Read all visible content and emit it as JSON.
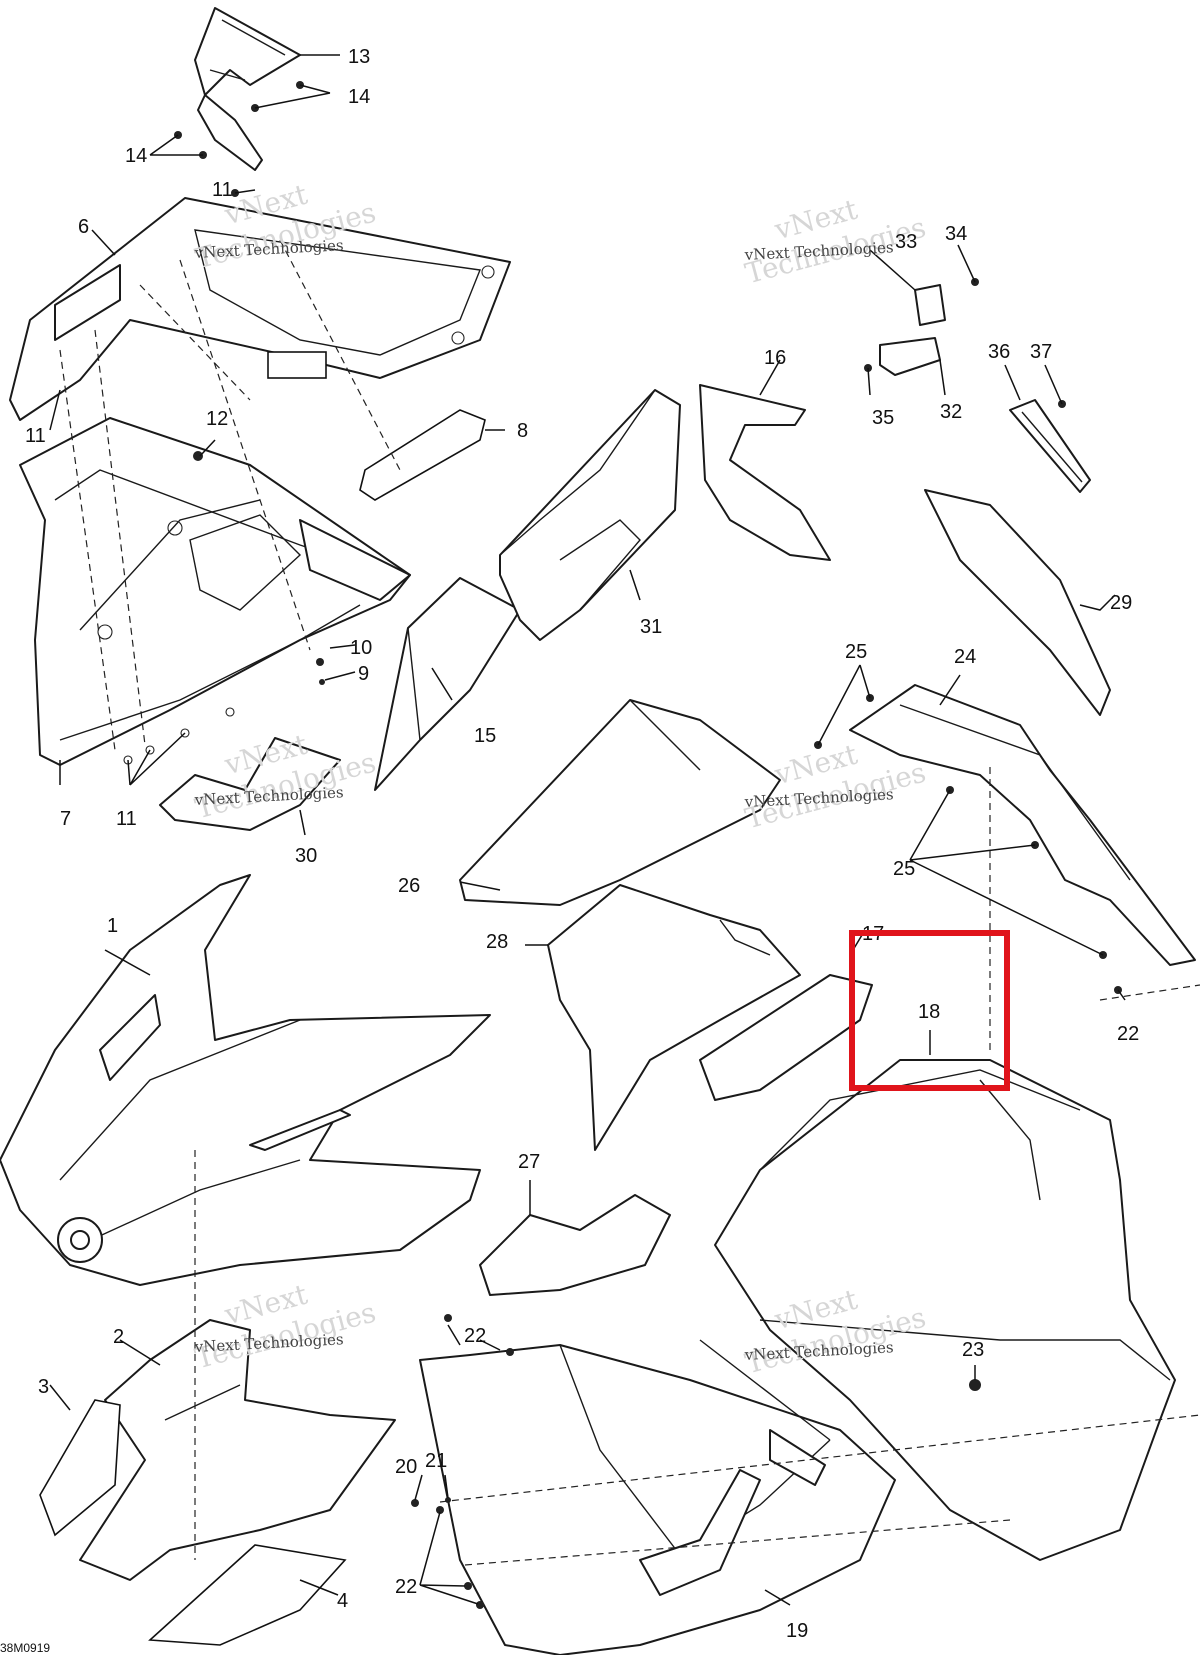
{
  "diagram_code": "38M0919",
  "watermark": {
    "line1": "vNext",
    "line2": "vNext Technologies",
    "line3": "Technologies"
  },
  "callouts": {
    "n1": "1",
    "n2": "2",
    "n3": "3",
    "n4": "4",
    "n6": "6",
    "n7": "7",
    "n8": "8",
    "n9": "9",
    "n10": "10",
    "n11": "11",
    "n12": "12",
    "n13": "13",
    "n14": "14",
    "n15": "15",
    "n16": "16",
    "n17": "17",
    "n18": "18",
    "n19": "19",
    "n20": "20",
    "n21": "21",
    "n22": "22",
    "n23": "23",
    "n24": "24",
    "n25": "25",
    "n26": "26",
    "n27": "27",
    "n28": "28",
    "n29": "29",
    "n30": "30",
    "n31": "31",
    "n32": "32",
    "n33": "33",
    "n34": "34",
    "n35": "35",
    "n36": "36",
    "n37": "37"
  },
  "highlight": {
    "target_callout": "18",
    "color": "#e0141b"
  }
}
